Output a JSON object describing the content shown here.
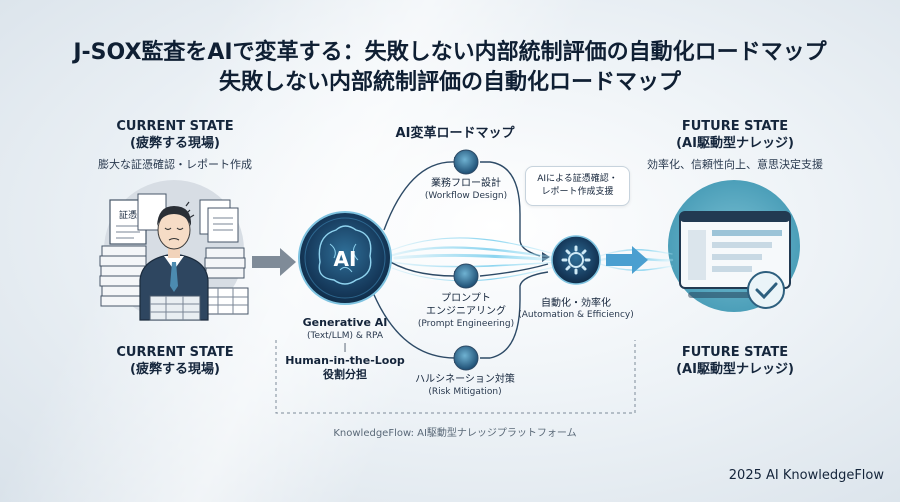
{
  "title": {
    "line1": "J-SOX監査をAIで変革する：失敗しない内部統制評価の自動化ロードマップ",
    "line2": "失敗しない内部統制評価の自動化ロードマップ"
  },
  "current": {
    "heading_en": "CURRENT STATE",
    "heading_jp": "(疲弊する現場)",
    "subtitle": "膨大な証憑確認・レポート作成",
    "doc_label": "証憑",
    "bottom_en": "CURRENT STATE",
    "bottom_jp": "(疲弊する現場)"
  },
  "roadmap": {
    "heading": "AI変革ロードマップ",
    "ai_core": "AI",
    "gen_ai": "Generative AI",
    "gen_ai_sub": "(Text/LLM) & RPA",
    "separator": "|",
    "hitl": "Human-in-the-Loop",
    "hitl_jp": "役割分担",
    "nodes": [
      {
        "label": "業務フロー設計",
        "sub": "(Workflow Design)"
      },
      {
        "label": "プロンプト",
        "label2": "エンジニアリング",
        "sub": "(Prompt Engineering)"
      },
      {
        "label": "ハルシネーション対策",
        "sub": "(Risk Mitigation)"
      }
    ],
    "bubble_line1": "AIによる証憑確認・",
    "bubble_line2": "レポート作成支援",
    "automation": "自動化・効率化",
    "automation_sub": "(Automation & Efficiency)",
    "platform": "KnowledgeFlow: AI駆動型ナレッジプラットフォーム"
  },
  "future": {
    "heading_en": "FUTURE STATE",
    "heading_jp": "(AI駆動型ナレッジ)",
    "subtitle": "効率化、信頼性向上、意思決定支援",
    "bottom_en": "FUTURE STATE",
    "bottom_jp": "(AI駆動型ナレッジ)"
  },
  "footer": "2025 AI KnowledgeFlow",
  "colors": {
    "navy": "#1c3550",
    "teal": "#4a9db8",
    "light": "#dfe7ee"
  }
}
